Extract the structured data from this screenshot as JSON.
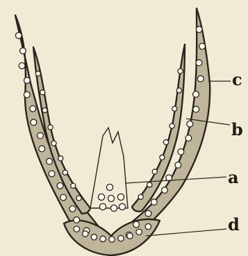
{
  "labels": {
    "c": "c",
    "b": "b",
    "a": "a",
    "d": "d"
  },
  "colors": {
    "background": "#f1ead4",
    "tissue_fill": "#bfb59b",
    "ink": "#2a241c",
    "cell": "#fbf8ee"
  }
}
